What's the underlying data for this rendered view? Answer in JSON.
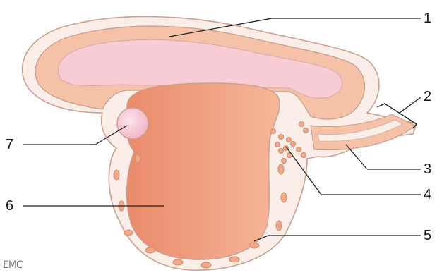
{
  "labels": [
    {
      "id": "1",
      "text": "1"
    },
    {
      "id": "2",
      "text": "2"
    },
    {
      "id": "3",
      "text": "3"
    },
    {
      "id": "4",
      "text": "4"
    },
    {
      "id": "5",
      "text": "5"
    },
    {
      "id": "6",
      "text": "6"
    },
    {
      "id": "7",
      "text": "7"
    }
  ],
  "logo": "EMC",
  "colors": {
    "outline": "#c9a08e",
    "outer_layer": "#f9e7de",
    "amnion_layer": "#f3b89e",
    "amniotic_cavity": "#f7cfd6",
    "yolk_sac_light": "#f3a98b",
    "yolk_sac_dark": "#e98c6c",
    "allantois": "#f6c5d2",
    "islet": "#f1a888",
    "leader": "#222222"
  }
}
